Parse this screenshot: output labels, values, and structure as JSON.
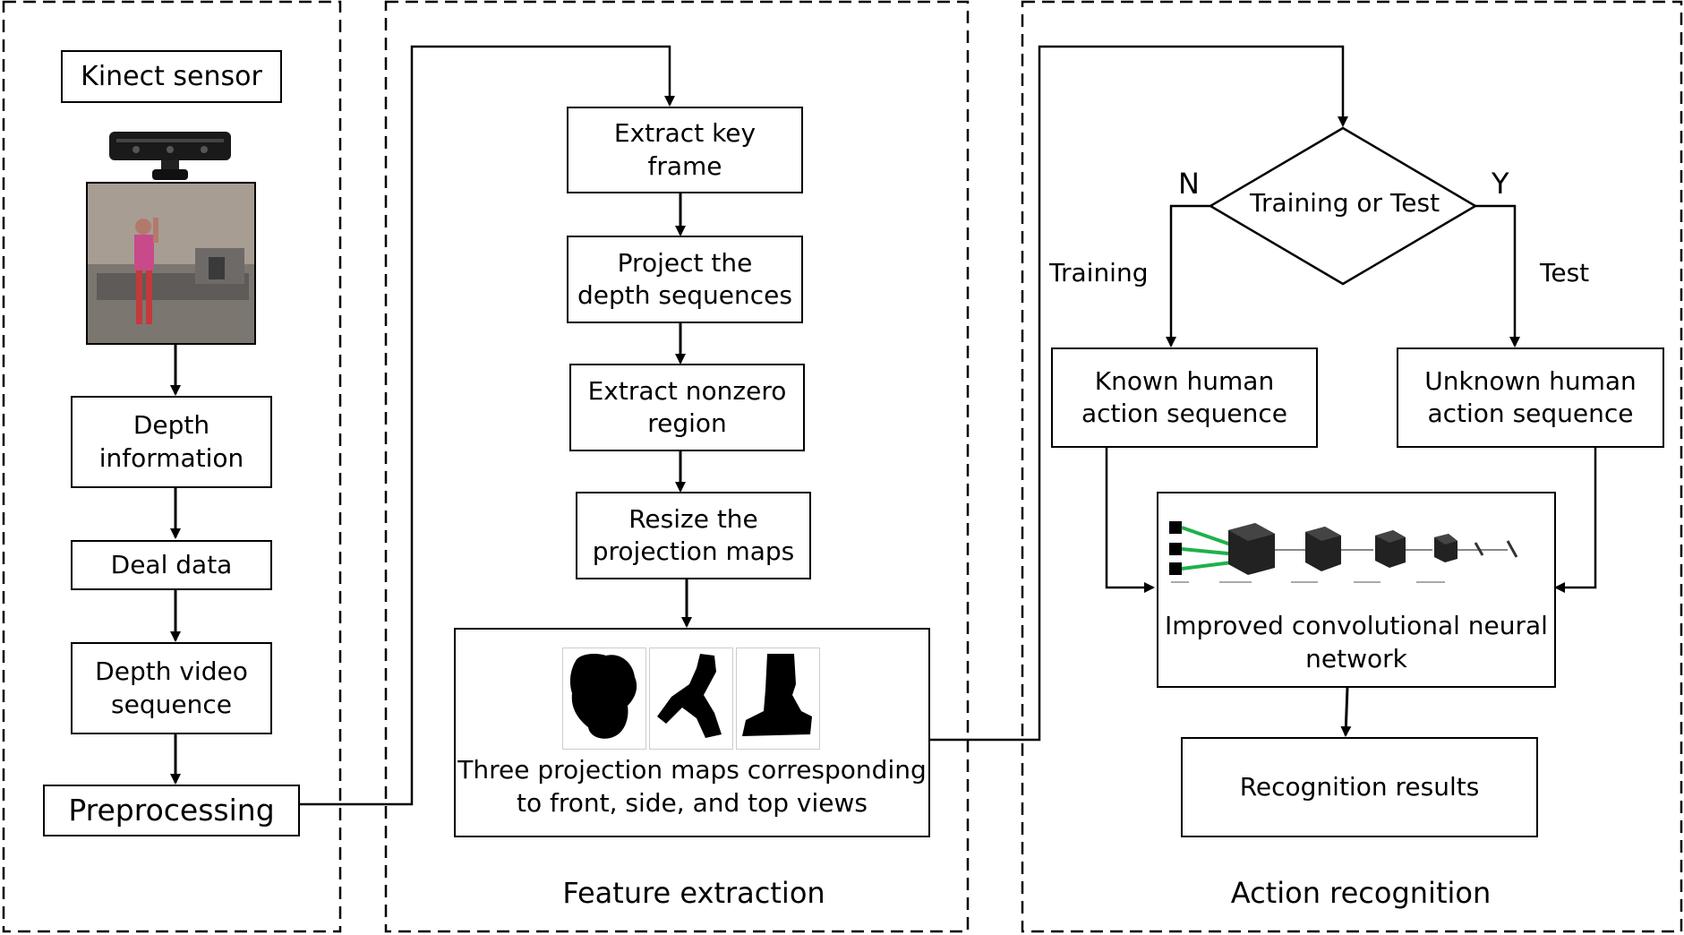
{
  "sections": {
    "feature_title": "Feature extraction",
    "action_title": "Action recognition"
  },
  "preprocessing": {
    "kinect_label": "Kinect sensor",
    "depth_info": "Depth\ninformation",
    "deal_data": "Deal data",
    "depth_video": "Depth video\nsequence",
    "preprocessing": "Preprocessing"
  },
  "feature": {
    "extract_key": "Extract key\nframe",
    "project": "Project the\ndepth sequences",
    "extract_nonzero": "Extract nonzero\nregion",
    "resize": "Resize the\nprojection maps",
    "three_maps": "Three projection maps corresponding\nto front, side, and top views"
  },
  "action": {
    "decision": "Training or Test",
    "n_label": "N",
    "y_label": "Y",
    "training_label": "Training",
    "test_label": "Test",
    "known": "Known human\naction sequence",
    "unknown": "Unknown human\naction sequence",
    "cnn": "Improved convolutional neural\nnetwork",
    "results": "Recognition results"
  },
  "colors": {
    "line": "#000000",
    "cnn_green": "#1fb14b"
  }
}
